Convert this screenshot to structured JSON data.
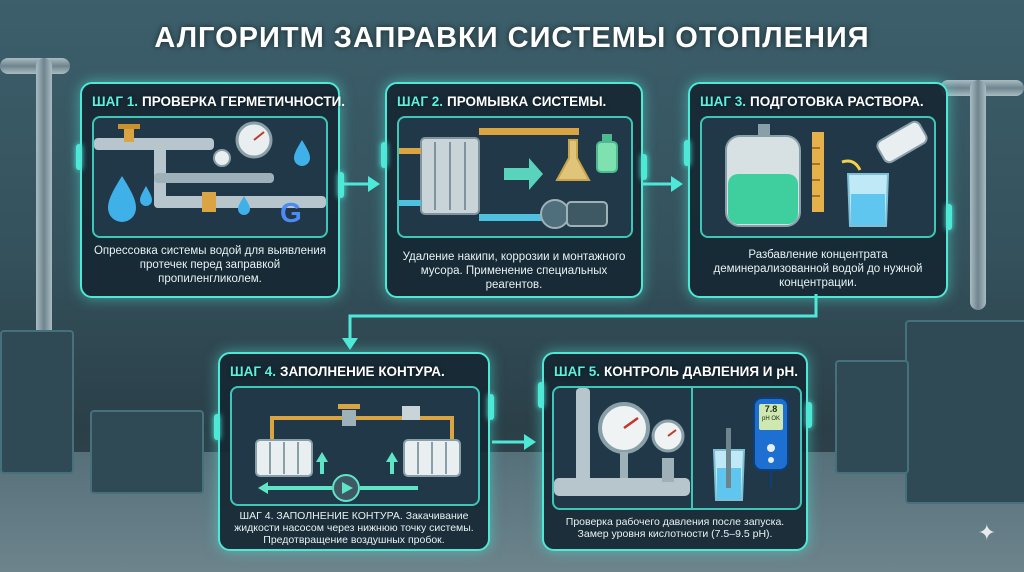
{
  "title": "АЛГОРИТМ ЗАПРАВКИ СИСТЕМЫ ОТОПЛЕНИЯ",
  "colors": {
    "accent": "#4ee8d7",
    "card_bg": "#16283a",
    "text": "#ffffff"
  },
  "steps": [
    {
      "step": "ШАГ 1.",
      "heading": "ПРОВЕРКА ГЕРМЕТИЧНОСТИ.",
      "text": "Опрессовка системы водой для выявления протечек перед заправкой пропиленгликолем.",
      "icons": [
        "pipes-icon",
        "valve-icon",
        "pressure-gauge-icon",
        "water-drop-icon",
        "g-logo-icon"
      ]
    },
    {
      "step": "ШАГ 2.",
      "heading": "ПРОМЫВКА СИСТЕМЫ.",
      "text": "Удаление накипи, коррозии и монтажного мусора. Применение специальных реагентов.",
      "icons": [
        "radiator-icon",
        "pump-icon",
        "flask-icon",
        "reagent-bottle-icon",
        "flow-arrows-icon"
      ]
    },
    {
      "step": "ШАГ 3.",
      "heading": "ПОДГОТОВКА РАСТВОРА.",
      "text": "Разбавление концентрата деминерализованной водой до нужной концентрации.",
      "icons": [
        "tank-icon",
        "level-scale-icon",
        "pouring-bottle-icon",
        "beaker-icon"
      ]
    },
    {
      "step": "ШАГ 4.",
      "heading": "ЗАПОЛНЕНИЕ КОНТУРА.",
      "text": "ШАГ 4. ЗАПОЛНЕНИЕ КОНТУРА. Закачивание жидкости насосом через нижнюю точку системы. Предотвращение воздушных пробок.",
      "icons": [
        "radiator-icon",
        "pump-icon",
        "valve-icon",
        "flow-arrows-icon"
      ]
    },
    {
      "step": "ШАГ 5.",
      "heading": "КОНТРОЛЬ ДАВЛЕНИЯ И pH.",
      "text": "Проверка рабочего давления после запуска. Замер уровня кислотности (7.5–9.5 pH).",
      "icons": [
        "pressure-gauge-icon",
        "ph-meter-icon",
        "beaker-icon"
      ],
      "meter_reading": "7.8",
      "meter_status": "pH OK"
    }
  ]
}
